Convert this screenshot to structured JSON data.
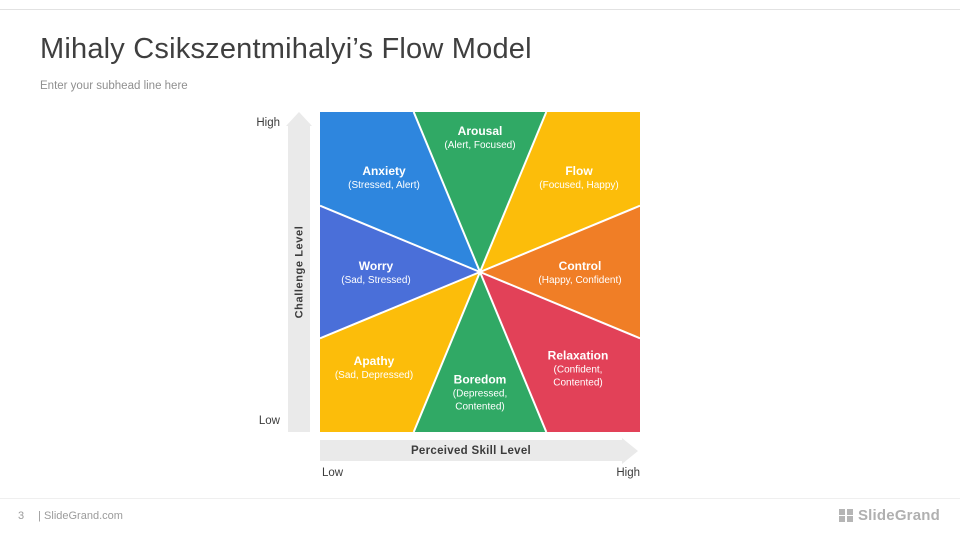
{
  "slide": {
    "title": "Mihaly Csikszentmihalyi’s Flow Model",
    "subhead": "Enter your subhead line here"
  },
  "diagram": {
    "wedges": [
      {
        "name": "Anxiety",
        "sub": "(Stressed, Alert)",
        "color": "#2E86DE"
      },
      {
        "name": "Arousal",
        "sub": "(Alert, Focused)",
        "color": "#30A965"
      },
      {
        "name": "Flow",
        "sub": "(Focused, Happy)",
        "color": "#FCBD0A"
      },
      {
        "name": "Worry",
        "sub": "(Sad, Stressed)",
        "color": "#4A6FD9"
      },
      {
        "name": "Control",
        "sub": "(Happy, Confident)",
        "color": "#F07E26"
      },
      {
        "name": "Apathy",
        "sub": "(Sad, Depressed)",
        "color": "#FCBD0A"
      },
      {
        "name": "Boredom",
        "sub": "(Depressed, Contented)",
        "color": "#30A965"
      },
      {
        "name": "Relaxation",
        "sub": "(Confident, Contented)",
        "color": "#E24158"
      }
    ],
    "y_axis": {
      "label": "Challenge Level",
      "top": "High",
      "bottom": "Low"
    },
    "x_axis": {
      "label": "Perceived Skill Level",
      "left": "Low",
      "right": "High"
    },
    "divider_color": "#FFFFFF",
    "axis_bar_color": "#EAEAEA"
  },
  "footer": {
    "page_number": "3",
    "site": "| SlideGrand.com",
    "brand": "SlideGrand"
  }
}
